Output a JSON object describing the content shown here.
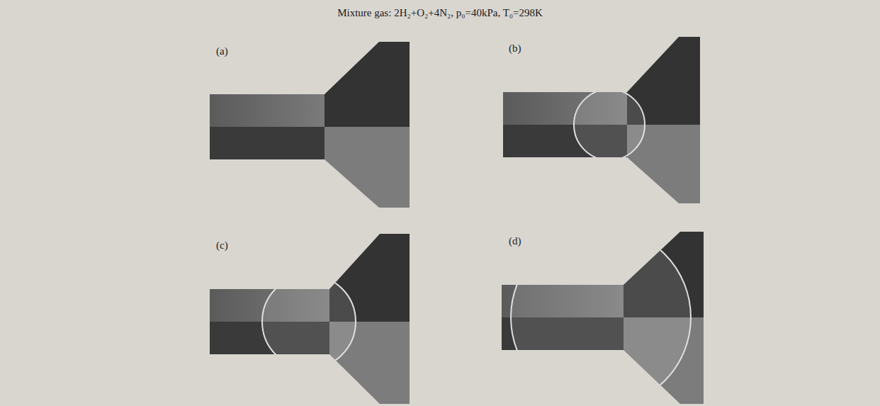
{
  "diagram": {
    "title": "Mixture gas: 2H₂+O₂+4N₂, p₀=40kPa, T₀=298K",
    "labels": [
      "(a)",
      "(b)",
      "(c)",
      "(d)"
    ]
  }
}
